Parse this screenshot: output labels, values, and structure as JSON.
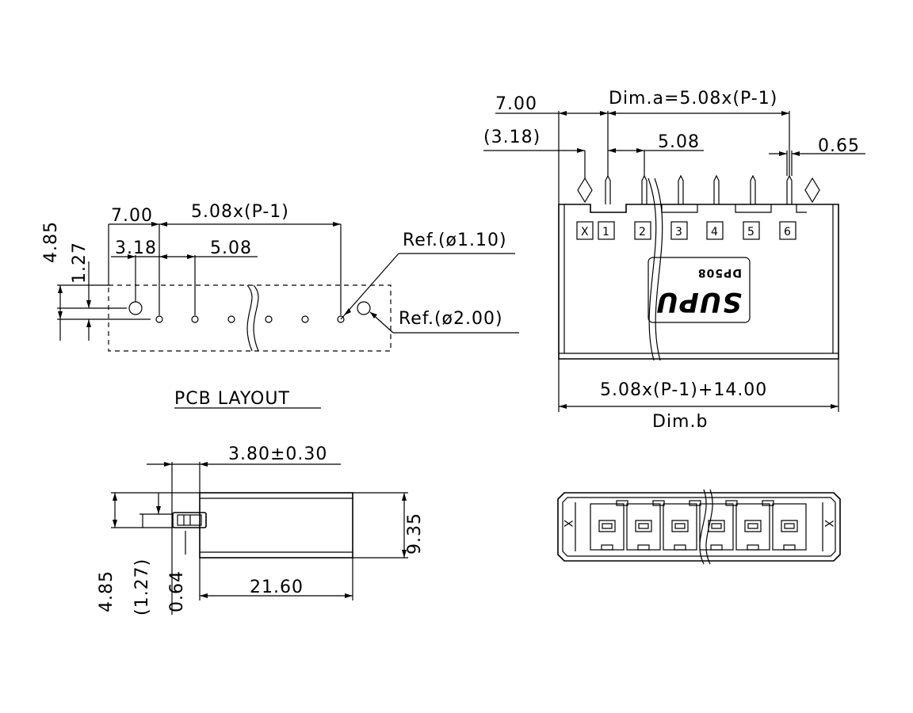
{
  "pcb_layout": {
    "title": "PCB LAYOUT",
    "dims": {
      "v_485": "4.85",
      "v_127": "1.27",
      "h_700": "7.00",
      "h_pitch": "5.08x(P-1)",
      "h_318": "3.18",
      "h_508": "5.08",
      "ref_110": "Ref.(ø1.10)",
      "ref_200": "Ref.(ø2.00)"
    }
  },
  "front_view": {
    "dims": {
      "top_700": "7.00",
      "dim_a": "Dim.a=5.08x(P-1)",
      "paren_318": "(3.18)",
      "pitch_508": "5.08",
      "pin_065": "0.65",
      "overall": "5.08x(P-1)+14.00",
      "dim_b": "Dim.b"
    },
    "positions": [
      "X",
      "1",
      "2",
      "3",
      "4",
      "5",
      "6"
    ],
    "logo": "SUPU",
    "model": "DP508"
  },
  "side_view": {
    "dims": {
      "h_380": "3.80±0.30",
      "v_935": "9.35",
      "h_2160": "21.60",
      "v_485": "4.85",
      "v_127": "(1.27)",
      "v_064": "0.64"
    }
  },
  "bottom_view": {
    "end_marks": [
      "X",
      "X"
    ]
  }
}
